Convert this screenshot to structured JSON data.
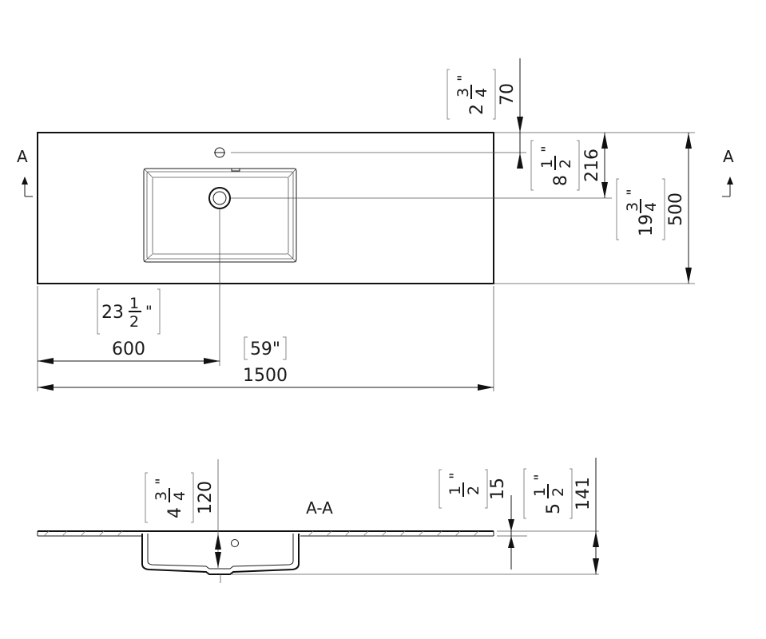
{
  "section_marker": "A",
  "section_title": "A-A",
  "dims": {
    "height_70": "70",
    "height_70_in": {
      "whole": "2",
      "num": "3",
      "den": "4",
      "mark": "\""
    },
    "tap_216": "216",
    "tap_216_in": {
      "whole": "8",
      "num": "1",
      "den": "2",
      "mark": "\""
    },
    "depth_500": "500",
    "depth_500_in": {
      "whole": "19",
      "num": "3",
      "den": "4",
      "mark": "\""
    },
    "bowl_600": "600",
    "bowl_600_in": {
      "whole": "23",
      "num": "1",
      "den": "2",
      "mark": "\""
    },
    "width_1500": "1500",
    "width_1500_in": "59\"",
    "bowl_depth_120": "120",
    "bowl_depth_120_in": {
      "whole": "4",
      "num": "3",
      "den": "4",
      "mark": "\""
    },
    "thickness_15": "15",
    "thickness_15_in": {
      "whole": "",
      "num": "1",
      "den": "2",
      "mark": "\""
    },
    "total_141": "141",
    "total_141_in": {
      "whole": "5",
      "num": "1",
      "den": "2",
      "mark": "\""
    }
  }
}
